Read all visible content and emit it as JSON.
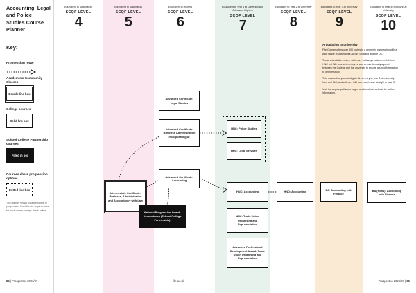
{
  "document": {
    "title": "Accounting, Legal and Police Studies  Course Planner",
    "key_heading": "Key:",
    "disclaimer": "This planner shows possible routes of progression. For full entry requirements for each course, always check online.",
    "footer_left_page": "84",
    "footer_left_text": "Prospectus 2026/27",
    "footer_center": "fife.ac.uk",
    "footer_right_text": "Prospectus 2026/27",
    "footer_right_page": "85",
    "footer_separator": "|"
  },
  "key": {
    "items": [
      {
        "label": "Progression route",
        "swatch": "arrow",
        "swatch_text": ""
      },
      {
        "label": "Academies/ Community Classes",
        "swatch": "double",
        "swatch_text": "Double line box"
      },
      {
        "label": "College courses",
        "swatch": "solid",
        "swatch_text": "Solid line box"
      },
      {
        "label": "School College Partnership courses",
        "swatch": "filled",
        "swatch_text": "Filled in box"
      },
      {
        "label": "Courses share progression options",
        "swatch": "dotted",
        "swatch_text": "Dotted line box"
      }
    ]
  },
  "columns": [
    {
      "sub": "Equivalent to National 4s",
      "level_label": "SCQF LEVEL",
      "number": "4",
      "band": "none"
    },
    {
      "sub": "Equivalent to National 5s",
      "level_label": "SCQF LEVEL",
      "number": "5",
      "band": "pink"
    },
    {
      "sub": "Equivalent to Highers",
      "level_label": "SCQF LEVEL",
      "number": "6",
      "band": "none"
    },
    {
      "sub": "Equivalent to Year 1 at University and Advanced Highers",
      "level_label": "SCQF LEVEL",
      "number": "7",
      "band": "green"
    },
    {
      "sub": "Equivalent to Year 2 at University",
      "level_label": "SCQF LEVEL",
      "number": "8",
      "band": "none"
    },
    {
      "sub": "Equivalent to Year 3 at University",
      "level_label": "SCQF LEVEL",
      "number": "9",
      "band": "orange"
    },
    {
      "sub": "Equivalent to Year 4 (Honours) at University",
      "level_label": "SCQF LEVEL",
      "number": "10",
      "band": "none"
    }
  ],
  "nodes": {
    "adv_legal": "Advanced Certificate: Legal Studies",
    "adv_business": "Advanced Certificate: Business Administration incorporating AI",
    "adv_accounting": "Advanced Certificate: Accounting",
    "intermediate": "Intermediate Certificate: Business, Administration and Accountancy with Law",
    "npa_accountancy": "National Progression Award: Accountancy (School College Partnership)",
    "hnc_police": "HNC: Police Studies",
    "hnc_legal": "HNC: Legal Services",
    "hnc_accounting": "HNC: Accounting",
    "hnc_trade_union": "HNC: Trade Union Organising and Representation",
    "apda_trade_union": "Advanced Professional Development Award: Trade Union Organising and Representation",
    "hnd_accounting": "HND: Accounting",
    "ba_accounting": "BA: Accounting with Finance",
    "ba_hons_accounting": "BA (Hons): Accounting with Finance"
  },
  "articulation": {
    "heading": "Articulation to university",
    "p1": "Fife College offers over 600 routes to a degree in partnership with a wide range of universities across Scotland and the UK.",
    "p2": "These articulation routes, which are pathways between a full-time HNC or HND course to a degree course, are formally agreed between the College and the university to ensure a smooth transition to degree study.",
    "p3": "This means that you could gain direct entry to year 2 at university from an HNC, and with an HND you could move straight to year 3.",
    "p4": "Visit the degree pathways pages section of our website for further information."
  },
  "colors": {
    "band_pink": "#fbe6ef",
    "band_green": "#e8f2ec",
    "band_orange": "#fbead3",
    "ink": "#1c1c1c"
  }
}
